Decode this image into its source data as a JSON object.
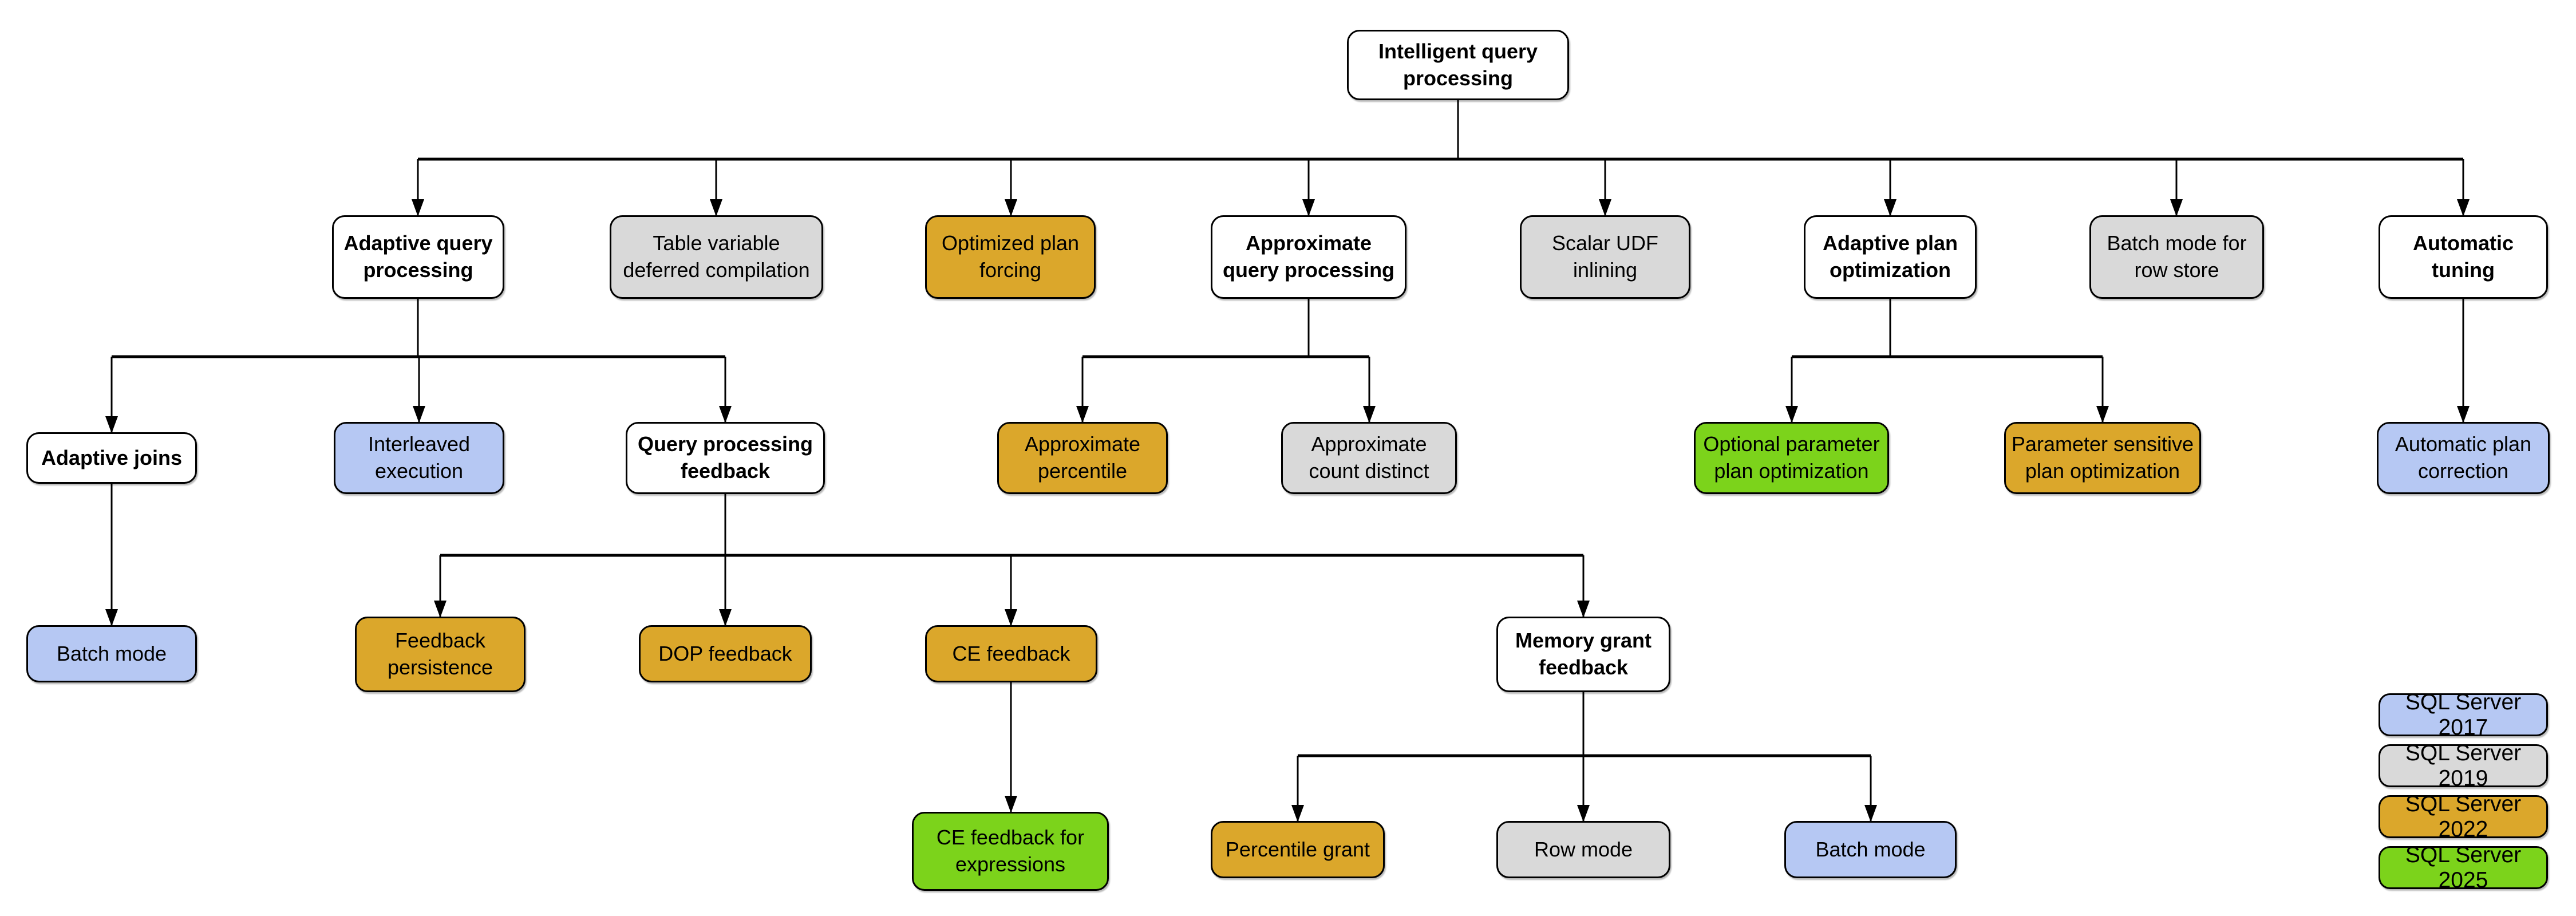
{
  "root_label": "Intelligent query processing",
  "colors": {
    "sql2017": "#b6c8f3",
    "sql2019": "#d9d9d9",
    "sql2022": "#dba72b",
    "sql2025": "#7cd31b",
    "parent_fill": "#ffffff",
    "line": "#000000"
  },
  "nodes": [
    {
      "id": "intelligent-query-processing",
      "label": "Intelligent query\nprocessing",
      "version": "parent"
    },
    {
      "id": "adaptive-query-processing",
      "label": "Adaptive query\nprocessing",
      "version": "parent"
    },
    {
      "id": "table-variable-deferred-compilation",
      "label": "Table variable\ndeferred compilation",
      "version": "sql2019"
    },
    {
      "id": "optimized-plan-forcing",
      "label": "Optimized plan\nforcing",
      "version": "sql2022"
    },
    {
      "id": "approximate-query-processing",
      "label": "Approximate\nquery processing",
      "version": "parent"
    },
    {
      "id": "scalar-udf-inlining",
      "label": "Scalar UDF\ninlining",
      "version": "sql2019"
    },
    {
      "id": "adaptive-plan-optimization",
      "label": "Adaptive plan\noptimization",
      "version": "parent"
    },
    {
      "id": "batch-mode-for-row-store",
      "label": "Batch mode for\nrow store",
      "version": "sql2019"
    },
    {
      "id": "automatic-tuning",
      "label": "Automatic\ntuning",
      "version": "parent"
    },
    {
      "id": "adaptive-joins",
      "label": "Adaptive joins",
      "version": "parent"
    },
    {
      "id": "interleaved-execution",
      "label": "Interleaved\nexecution",
      "version": "sql2017"
    },
    {
      "id": "query-processing-feedback",
      "label": "Query processing\nfeedback",
      "version": "parent"
    },
    {
      "id": "approximate-percentile",
      "label": "Approximate\npercentile",
      "version": "sql2022"
    },
    {
      "id": "approximate-count-distinct",
      "label": "Approximate\ncount distinct",
      "version": "sql2019"
    },
    {
      "id": "optional-parameter-plan-optimization",
      "label": "Optional parameter\nplan optimization",
      "version": "sql2025"
    },
    {
      "id": "parameter-sensitive-plan-optimization",
      "label": "Parameter sensitive\nplan optimization",
      "version": "sql2022"
    },
    {
      "id": "automatic-plan-correction",
      "label": "Automatic plan\ncorrection",
      "version": "sql2017"
    },
    {
      "id": "batch-mode-under-adaptive-joins",
      "label": "Batch mode",
      "version": "sql2017"
    },
    {
      "id": "feedback-persistence",
      "label": "Feedback\npersistence",
      "version": "sql2022"
    },
    {
      "id": "dop-feedback",
      "label": "DOP feedback",
      "version": "sql2022"
    },
    {
      "id": "ce-feedback",
      "label": "CE feedback",
      "version": "sql2022"
    },
    {
      "id": "memory-grant-feedback",
      "label": "Memory grant\nfeedback",
      "version": "parent"
    },
    {
      "id": "ce-feedback-for-expressions",
      "label": "CE feedback for\nexpressions",
      "version": "sql2025"
    },
    {
      "id": "percentile-grant",
      "label": "Percentile grant",
      "version": "sql2022"
    },
    {
      "id": "row-mode",
      "label": "Row mode",
      "version": "sql2019"
    },
    {
      "id": "batch-mode-under-memory-grant",
      "label": "Batch mode",
      "version": "sql2017"
    }
  ],
  "legend": {
    "items": [
      {
        "label": "SQL Server 2017",
        "color_key": "sql2017"
      },
      {
        "label": "SQL Server 2019",
        "color_key": "sql2019"
      },
      {
        "label": "SQL Server 2022",
        "color_key": "sql2022"
      },
      {
        "label": "SQL Server 2025",
        "color_key": "sql2025"
      }
    ]
  }
}
